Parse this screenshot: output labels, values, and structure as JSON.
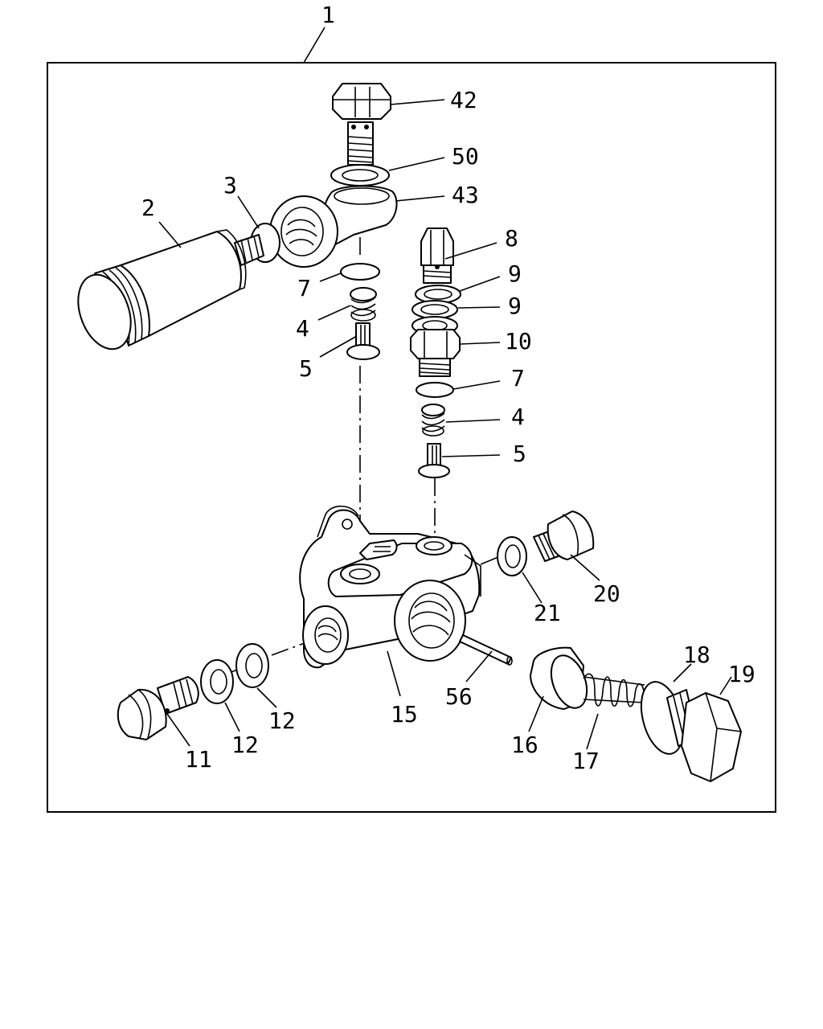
{
  "assembly_label": "1",
  "callouts": {
    "p2": "2",
    "p3": "3",
    "p4a": "4",
    "p4b": "4",
    "p5a": "5",
    "p5b": "5",
    "p7a": "7",
    "p7b": "7",
    "p8": "8",
    "p9a": "9",
    "p9b": "9",
    "p10": "10",
    "p11": "11",
    "p12a": "12",
    "p12b": "12",
    "p15": "15",
    "p16": "16",
    "p17": "17",
    "p18": "18",
    "p19": "19",
    "p20": "20",
    "p21": "21",
    "p42": "42",
    "p43": "43",
    "p50": "50",
    "p56": "56"
  },
  "colors": {
    "line": "#000000",
    "background": "#ffffff"
  }
}
